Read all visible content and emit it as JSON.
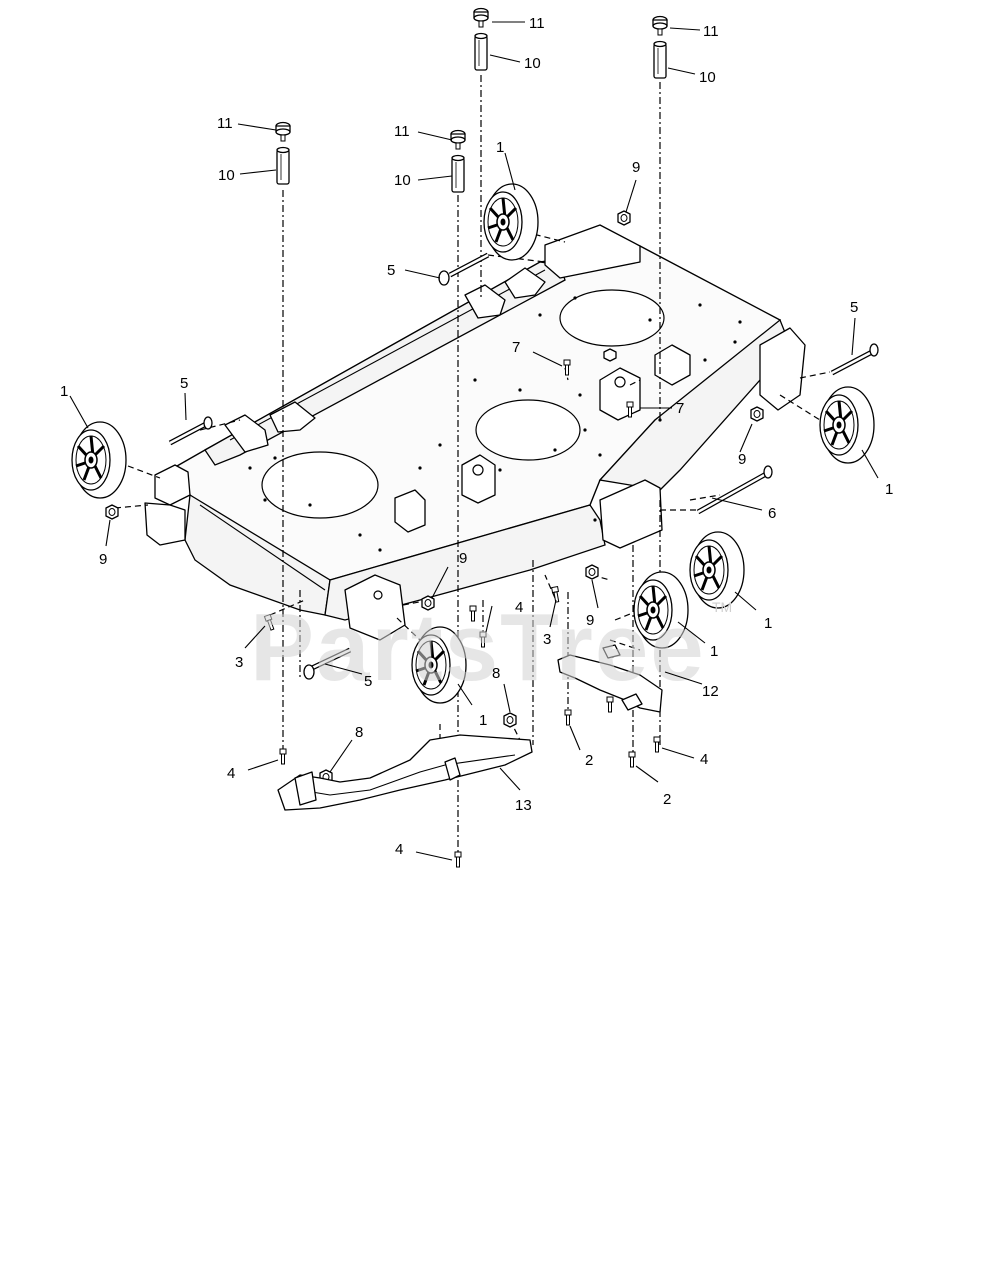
{
  "watermark": {
    "text": "PartsTree",
    "trademark": "TM"
  },
  "callouts": {
    "c1": "1",
    "c2": "2",
    "c3": "3",
    "c4": "4",
    "c5": "5",
    "c6": "6",
    "c7": "7",
    "c8": "8",
    "c9": "9",
    "c10": "10",
    "c11": "11",
    "c12": "12",
    "c13": "13"
  }
}
